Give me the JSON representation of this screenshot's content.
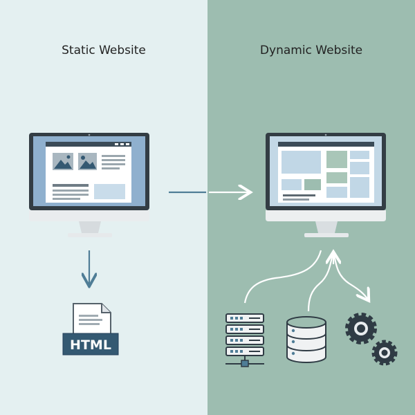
{
  "left": {
    "title": "Static Website"
  },
  "right": {
    "title": "Dynamic Website"
  },
  "html_badge": {
    "label": "HTML"
  },
  "icons": [
    "monitor-icon",
    "image-icon",
    "arrow-right-icon",
    "arrow-down-icon",
    "document-icon",
    "server-icon",
    "database-icon",
    "gear-icon"
  ],
  "colors": {
    "left_bg": "#e4f0f1",
    "right_bg": "#9dbdb0",
    "monitor_frame": "#333d44",
    "screen_static": "#8fb0ce",
    "screen_dynamic": "#c3d8e6",
    "accent_dark": "#345972",
    "arrow": "#4f7d96"
  }
}
